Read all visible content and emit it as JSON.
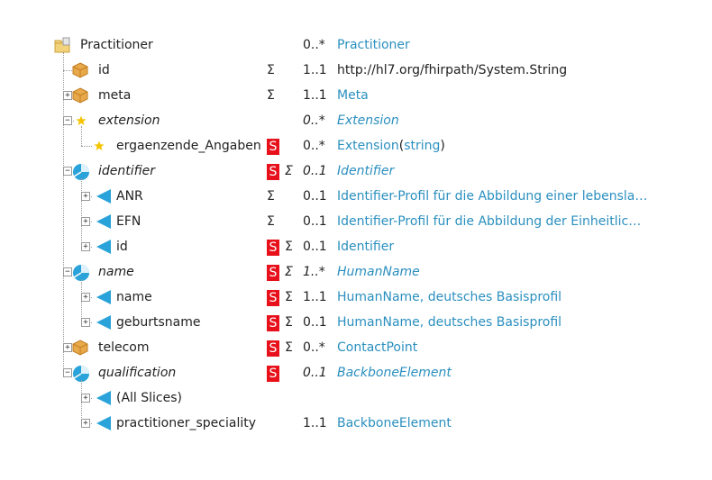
{
  "rows": [
    {
      "name": "Practitioner",
      "italic": false,
      "s": false,
      "sigma": false,
      "card": "0..*",
      "type": "Practitioner",
      "type_plain": "",
      "type_suffix": "",
      "icon": "folder-icon",
      "toggle": "none"
    },
    {
      "name": "id",
      "italic": false,
      "s": false,
      "sigma": true,
      "card": "1..1",
      "type": "",
      "type_plain": "http://hl7.org/fhirpath/System.String",
      "type_suffix": "",
      "icon": "primitive-icon",
      "toggle": "none"
    },
    {
      "name": "meta",
      "italic": false,
      "s": false,
      "sigma": true,
      "card": "1..1",
      "type": "Meta",
      "type_plain": "",
      "type_suffix": "",
      "icon": "primitive-icon",
      "toggle": "plus"
    },
    {
      "name": "extension",
      "italic": true,
      "s": false,
      "sigma": false,
      "card": "0..*",
      "type": "Extension",
      "type_plain": "",
      "type_suffix": "",
      "icon": "extension-star-icon",
      "toggle": "minus"
    },
    {
      "name": "ergaenzende_Angaben",
      "italic": false,
      "s": true,
      "sigma": false,
      "card": "0..*",
      "type": "Extension",
      "type_plain": "",
      "type_suffix": "(string)",
      "icon": "extension-star-icon",
      "toggle": "none"
    },
    {
      "name": "identifier",
      "italic": true,
      "s": true,
      "sigma": true,
      "card": "0..1",
      "type": "Identifier",
      "type_plain": "",
      "type_suffix": "",
      "icon": "slicer-icon",
      "toggle": "minus"
    },
    {
      "name": "ANR",
      "italic": false,
      "s": false,
      "sigma": true,
      "card": "0..1",
      "type": "Identifier-Profil für die Abbildung einer lebensla…",
      "type_plain": "",
      "type_suffix": "",
      "icon": "slice-icon",
      "toggle": "plus"
    },
    {
      "name": "EFN",
      "italic": false,
      "s": false,
      "sigma": true,
      "card": "0..1",
      "type": "Identifier-Profil für die Abbildung der Einheitlic…",
      "type_plain": "",
      "type_suffix": "",
      "icon": "slice-icon",
      "toggle": "plus"
    },
    {
      "name": "id",
      "italic": false,
      "s": true,
      "sigma": true,
      "card": "0..1",
      "type": "Identifier",
      "type_plain": "",
      "type_suffix": "",
      "icon": "slice-icon",
      "toggle": "plus"
    },
    {
      "name": "name",
      "italic": true,
      "s": true,
      "sigma": true,
      "card": "1..*",
      "type": "HumanName",
      "type_plain": "",
      "type_suffix": "",
      "icon": "slicer-icon",
      "toggle": "minus"
    },
    {
      "name": "name",
      "italic": false,
      "s": true,
      "sigma": true,
      "card": "1..1",
      "type": "HumanName, deutsches Basisprofil",
      "type_plain": "",
      "type_suffix": "",
      "icon": "slice-icon",
      "toggle": "plus"
    },
    {
      "name": "geburtsname",
      "italic": false,
      "s": true,
      "sigma": true,
      "card": "0..1",
      "type": "HumanName, deutsches Basisprofil",
      "type_plain": "",
      "type_suffix": "",
      "icon": "slice-icon",
      "toggle": "plus"
    },
    {
      "name": "telecom",
      "italic": false,
      "s": true,
      "sigma": true,
      "card": "0..*",
      "type": "ContactPoint",
      "type_plain": "",
      "type_suffix": "",
      "icon": "primitive-icon",
      "toggle": "plus"
    },
    {
      "name": "qualification",
      "italic": true,
      "s": true,
      "sigma": false,
      "card": "0..1",
      "type": "BackboneElement",
      "type_plain": "",
      "type_suffix": "",
      "icon": "slicer-icon",
      "toggle": "minus"
    },
    {
      "name": "(All Slices)",
      "italic": false,
      "s": false,
      "sigma": false,
      "card": "",
      "type": "",
      "type_plain": "",
      "type_suffix": "",
      "icon": "slice-icon",
      "toggle": "plus"
    },
    {
      "name": "practitioner_speciality",
      "italic": false,
      "s": false,
      "sigma": false,
      "card": "1..1",
      "type": "BackboneElement",
      "type_plain": "",
      "type_suffix": "",
      "icon": "slice-icon",
      "toggle": "plus"
    }
  ],
  "labels": {
    "s_flag": "S",
    "sigma_flag": "Σ"
  },
  "colors": {
    "link": "#2a8fbf",
    "s_badge": "#e8111b",
    "slice": "#29a3d9",
    "primitive": "#e8a94a",
    "star": "#f5c400"
  }
}
